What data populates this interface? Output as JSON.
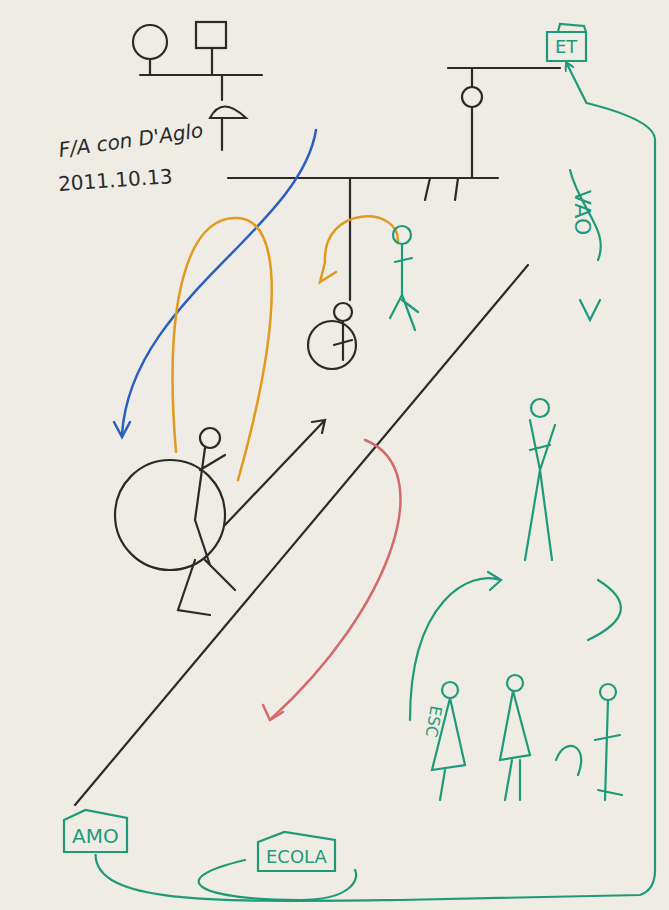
{
  "diagram": {
    "title": "F/A con D'Aglo",
    "nodes": [
      {
        "text": [
          "AMO"
        ]
      },
      {
        "text": [
          "ECOLA"
        ]
      },
      {
        "text": [
          "ET"
        ]
      }
    ],
    "edges": [
      {
        "from": 0,
        "to": 2,
        "arrow": "to"
      }
    ],
    "labels": [
      "2011.10.13",
      "VAO",
      "ESC"
    ]
  }
}
